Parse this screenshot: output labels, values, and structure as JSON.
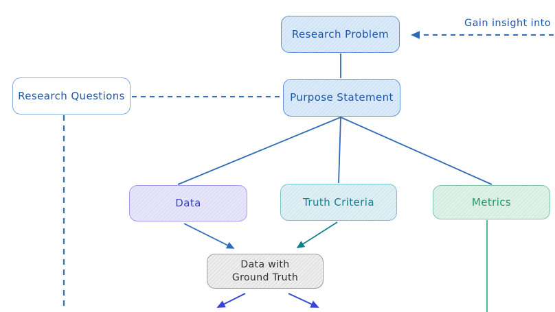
{
  "diagram": {
    "annotation": {
      "gain_insight": {
        "label": "Gain insight into",
        "color": "#1d55a9"
      }
    },
    "nodes": {
      "research_problem": {
        "label": "Research Problem",
        "fill": "#d9eafa",
        "border": "#5b94d6",
        "text": "#1d55a9"
      },
      "research_questions": {
        "label": "Research Questions",
        "fill": "#ffffff",
        "border": "#82abdd",
        "text": "#1d55a9"
      },
      "purpose_statement": {
        "label": "Purpose Statement",
        "fill": "#d9eafa",
        "border": "#5b94d6",
        "text": "#1d55a9"
      },
      "data": {
        "label": "Data",
        "fill": "#e7e5fa",
        "border": "#a19ceb",
        "text": "#3243cb"
      },
      "truth_criteria": {
        "label": "Truth Criteria",
        "fill": "#def0f3",
        "border": "#74c4ce",
        "text": "#0e7e90"
      },
      "metrics": {
        "label": "Metrics",
        "fill": "#def2e8",
        "border": "#7bc9a4",
        "text": "#1f9e63"
      },
      "data_with_ground_truth": {
        "label": "Data with\nGround Truth",
        "fill": "#ededed",
        "border": "#9d9d9d",
        "text": "#2e2e2e"
      }
    },
    "edges": [
      {
        "from": "gain-insight-annotation",
        "to": "research-problem",
        "style": "dashed-arrow",
        "color": "#2f6db8"
      },
      {
        "from": "research-problem",
        "to": "purpose-statement",
        "style": "line",
        "color": "#2e6ab5"
      },
      {
        "from": "research-questions",
        "to": "purpose-statement",
        "style": "dashed",
        "color": "#2f6db8"
      },
      {
        "from": "research-questions",
        "to": "offscreen-bottom",
        "style": "dashed",
        "color": "#2f6db8"
      },
      {
        "from": "purpose-statement",
        "to": "data",
        "style": "line",
        "color": "#2e6ab5"
      },
      {
        "from": "purpose-statement",
        "to": "truth-criteria",
        "style": "line",
        "color": "#2e6ab5"
      },
      {
        "from": "purpose-statement",
        "to": "metrics",
        "style": "line",
        "color": "#2e6ab5"
      },
      {
        "from": "data",
        "to": "data-with-ground-truth",
        "style": "arrow",
        "color": "#2e6ab5"
      },
      {
        "from": "truth-criteria",
        "to": "data-with-ground-truth",
        "style": "arrow",
        "color": "#11808e"
      },
      {
        "from": "data-with-ground-truth",
        "to": "offscreen-bottom-left",
        "style": "arrow",
        "color": "#3545d4"
      },
      {
        "from": "data-with-ground-truth",
        "to": "offscreen-bottom-right",
        "style": "arrow",
        "color": "#3545d4"
      },
      {
        "from": "metrics",
        "to": "offscreen-bottom",
        "style": "line",
        "color": "#3fae89"
      }
    ]
  }
}
